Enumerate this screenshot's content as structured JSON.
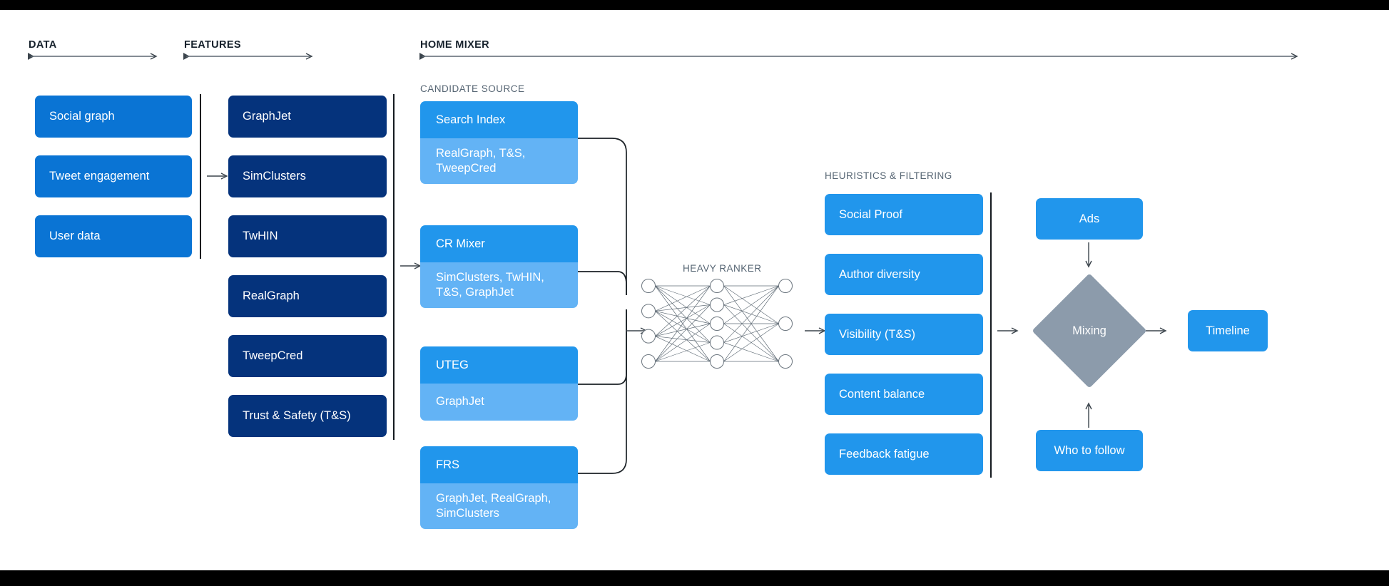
{
  "sections": {
    "data": {
      "title": "DATA"
    },
    "features": {
      "title": "FEATURES"
    },
    "home_mixer": {
      "title": "HOME MIXER"
    },
    "candidate_source": {
      "title": "CANDIDATE SOURCE"
    },
    "heavy_ranker": {
      "title": "HEAVY RANKER"
    },
    "heuristics": {
      "title": "HEURISTICS & FILTERING"
    }
  },
  "data_nodes": [
    {
      "label": "Social graph"
    },
    {
      "label": "Tweet engagement"
    },
    {
      "label": "User data"
    }
  ],
  "feature_nodes": [
    {
      "label": "GraphJet"
    },
    {
      "label": "SimClusters"
    },
    {
      "label": "TwHIN"
    },
    {
      "label": "RealGraph"
    },
    {
      "label": "TweepCred"
    },
    {
      "label": "Trust & Safety (T&S)"
    }
  ],
  "candidate_sources": [
    {
      "name": "Search Index",
      "features": "RealGraph, T&S,\nTweepCred"
    },
    {
      "name": "CR Mixer",
      "features": "SimClusters, TwHIN,\nT&S, GraphJet"
    },
    {
      "name": "UTEG",
      "features": "GraphJet"
    },
    {
      "name": "FRS",
      "features": "GraphJet, RealGraph,\nSimClusters"
    }
  ],
  "heuristic_nodes": [
    {
      "label": "Social Proof"
    },
    {
      "label": "Author diversity"
    },
    {
      "label": "Visibility (T&S)"
    },
    {
      "label": "Content balance"
    },
    {
      "label": "Feedback fatigue"
    }
  ],
  "mixing": {
    "label": "Mixing"
  },
  "ads": {
    "label": "Ads"
  },
  "who_to_follow": {
    "label": "Who to follow"
  },
  "timeline": {
    "label": "Timeline"
  },
  "neural_network": {
    "layers": [
      4,
      5,
      3
    ]
  },
  "colors": {
    "data_blue": "#0a74d4",
    "feature_navy": "#05337c",
    "bright_blue": "#2196ec",
    "light_blue": "#63b3f5",
    "diamond_gray": "#8c9bab",
    "rule_gray": "#5c6770",
    "label_gray": "#566573",
    "ink": "#15202b"
  }
}
